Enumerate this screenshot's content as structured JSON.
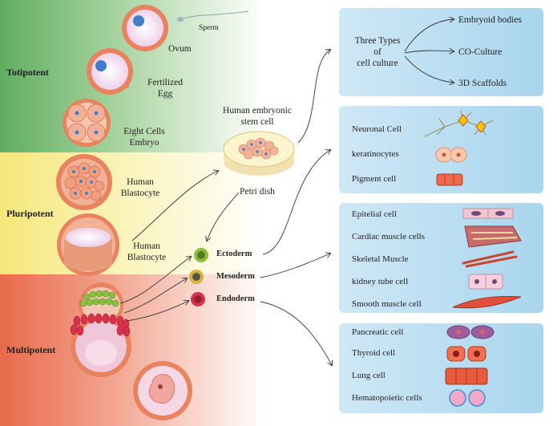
{
  "potency": {
    "totipotent": "Totipotent",
    "pluripotent": "Pluripotent",
    "multipotent": "Multipotent"
  },
  "stages": {
    "sperm": "Sperm",
    "ovum": "Ovum",
    "fertilized_1": "Fertilized",
    "fertilized_2": "Egg",
    "eight_1": "Eight Cells",
    "eight_2": "Embryo",
    "blast1_1": "Human",
    "blast1_2": "Blastocyte",
    "blast2_1": "Human",
    "blast2_2": "Blastocyte"
  },
  "esc": {
    "title_1": "Human embryonic",
    "title_2": "stem cell",
    "dish": "Petri dish"
  },
  "germ_layers": {
    "ectoderm": "Ectoderm",
    "mesoderm": "Mesoderm",
    "endoderm": "Endoderm"
  },
  "culture": {
    "title_1": "Three Types",
    "title_2": "of",
    "title_3": "cell culture",
    "types": [
      "Embryoid bodies",
      "CO-Culture",
      "3D Scaffolds"
    ]
  },
  "ecto_cells": [
    "Neuronal Cell",
    "keratinocytes",
    "Pigment cell"
  ],
  "meso_cells": [
    "Epitelial cell",
    "Cardiac muscle cells",
    "Skeletal Muscle",
    "kidney tube cell",
    "Smooth muscle cell"
  ],
  "endo_cells": [
    "Pancreatic cell",
    "Thyroid cell",
    "Lung cell",
    "Hematopoietic cells"
  ],
  "colors": {
    "toti": "#5fae62",
    "pluri": "#f5e77a",
    "multi": "#e86a4c",
    "panel": "#a9d5ee",
    "cell": "#f0a080"
  }
}
